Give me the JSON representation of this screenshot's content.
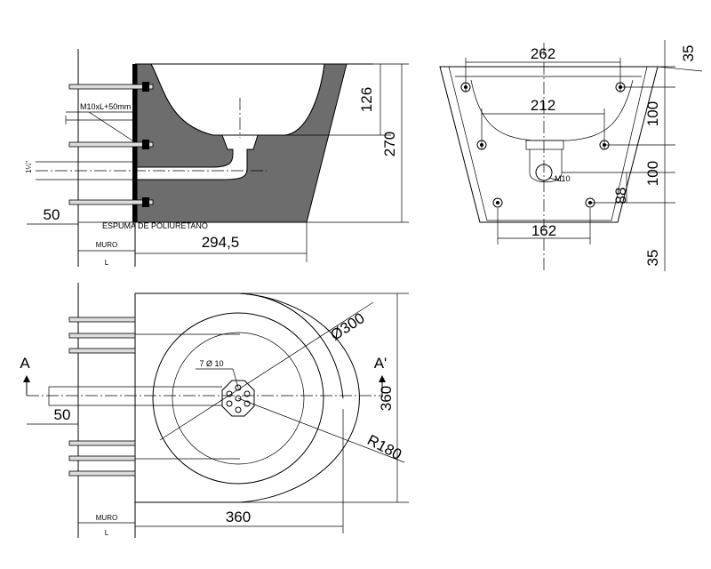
{
  "side_view": {
    "label_rod": "M10xL+50mm",
    "label_foam": "ESPUMA DE POLIURETANO",
    "label_wall": "MURO",
    "label_L": "L",
    "dim_height_total": "270",
    "dim_height_upper": "126",
    "dim_depth": "294,5",
    "dim_wall_offset": "50"
  },
  "front_view": {
    "dim_top_width": "262",
    "dim_inner_width": "212",
    "dim_bottom_width": "162",
    "dim_top": "35",
    "dim_upper_gap": "100",
    "dim_lower_gap": "100",
    "dim_lower": "88",
    "dim_bottom": "35",
    "label_thread": "M10"
  },
  "plan_view": {
    "dim_diameter": "Ø300",
    "dim_radius": "R180",
    "dim_width": "360",
    "dim_depth": "360",
    "dim_wall_offset": "50",
    "label_holes": "7 Ø 10",
    "label_section_a": "A",
    "label_section_a2": "A'",
    "label_wall": "MURO",
    "label_L": "L"
  }
}
